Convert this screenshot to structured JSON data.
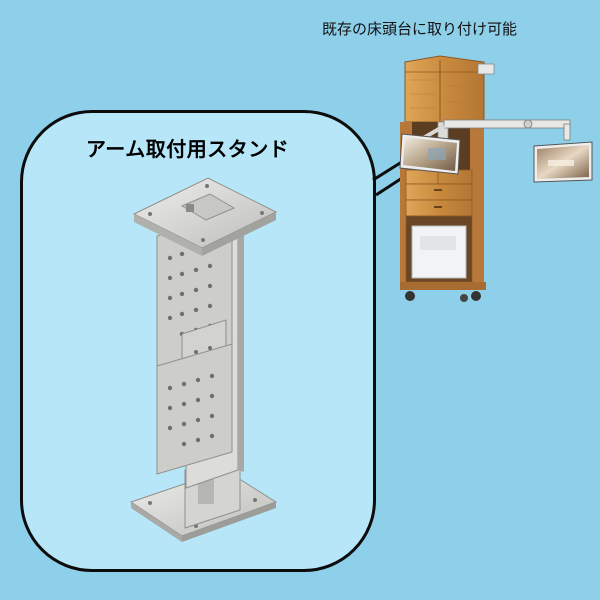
{
  "header": {
    "caption": "既存の床頭台に取り付け可能"
  },
  "callout": {
    "title": "アーム取付用スタンド"
  },
  "colors": {
    "background": "#8ecfe9",
    "bubble_fill": "#b6e6f8",
    "bubble_border": "#0c0c0c",
    "wood": "#c98a3e",
    "metal": "#d9d9d6"
  },
  "illustrations": [
    "metal-arm-stand",
    "bedside-cabinet-with-arm-and-monitors"
  ]
}
